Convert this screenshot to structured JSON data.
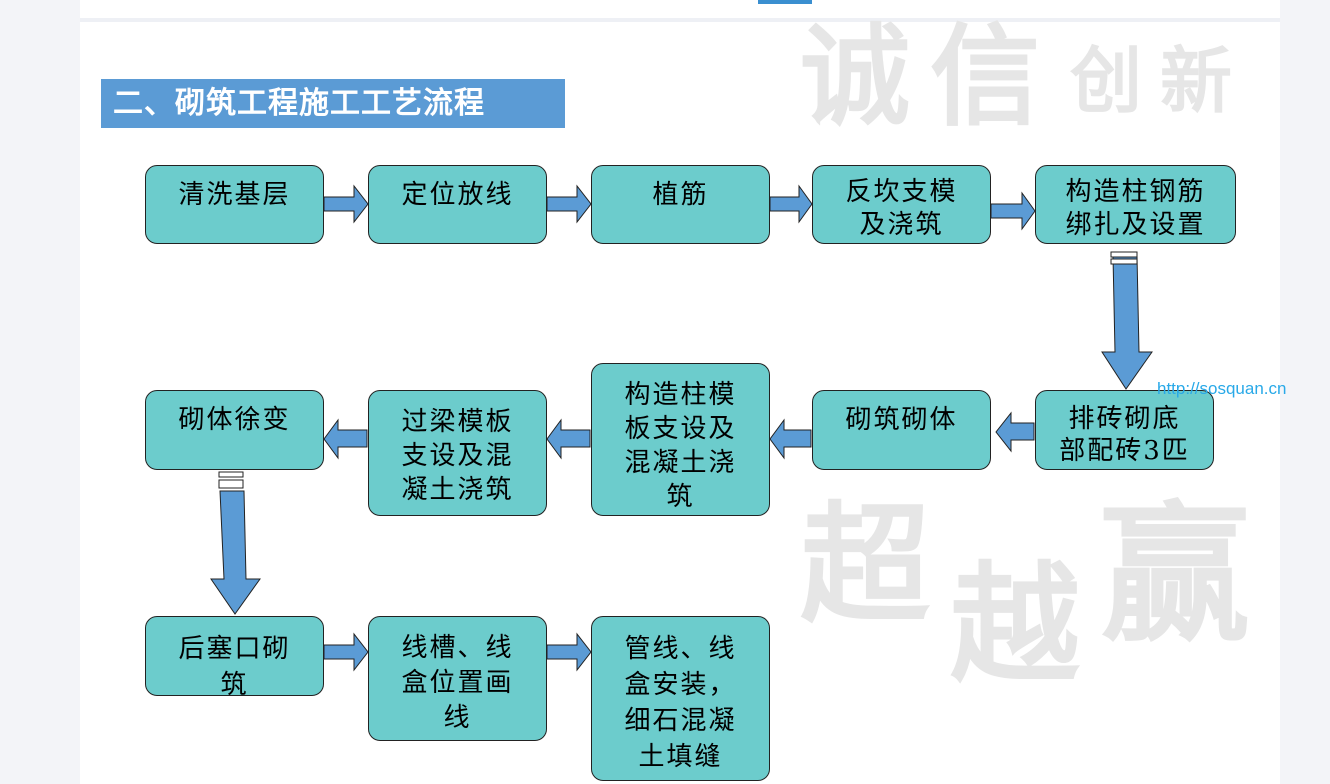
{
  "title": "二、砌筑工程施工工艺流程",
  "watermark": [
    "诚",
    "信",
    "创",
    "新",
    "超",
    "越",
    "赢"
  ],
  "url": "http://sosquan.cn",
  "colors": {
    "box": "#6ccccc",
    "arrow": "#5b9bd5",
    "title_bg": "#5b9bd5"
  },
  "steps": [
    {
      "lines": [
        "清洗基层"
      ]
    },
    {
      "lines": [
        "定位放线"
      ]
    },
    {
      "lines": [
        "植筋"
      ]
    },
    {
      "lines": [
        "反坎支模",
        "及浇筑"
      ]
    },
    {
      "lines": [
        "构造柱钢筋",
        "绑扎及设置"
      ]
    },
    {
      "lines": [
        "排砖砌底",
        "部配砖3匹"
      ]
    },
    {
      "lines": [
        "砌筑砌体"
      ]
    },
    {
      "lines": [
        "构造柱模",
        "板支设及",
        "混凝土浇",
        "筑"
      ]
    },
    {
      "lines": [
        "过梁模板",
        "支设及混",
        "凝土浇筑"
      ]
    },
    {
      "lines": [
        "砌体徐变"
      ]
    },
    {
      "lines": [
        "后塞口砌",
        "筑"
      ]
    },
    {
      "lines": [
        "线槽、线",
        "盒位置画",
        "线"
      ]
    },
    {
      "lines": [
        "管线、线",
        "盒安装，",
        "细石混凝",
        "土填缝"
      ]
    }
  ]
}
